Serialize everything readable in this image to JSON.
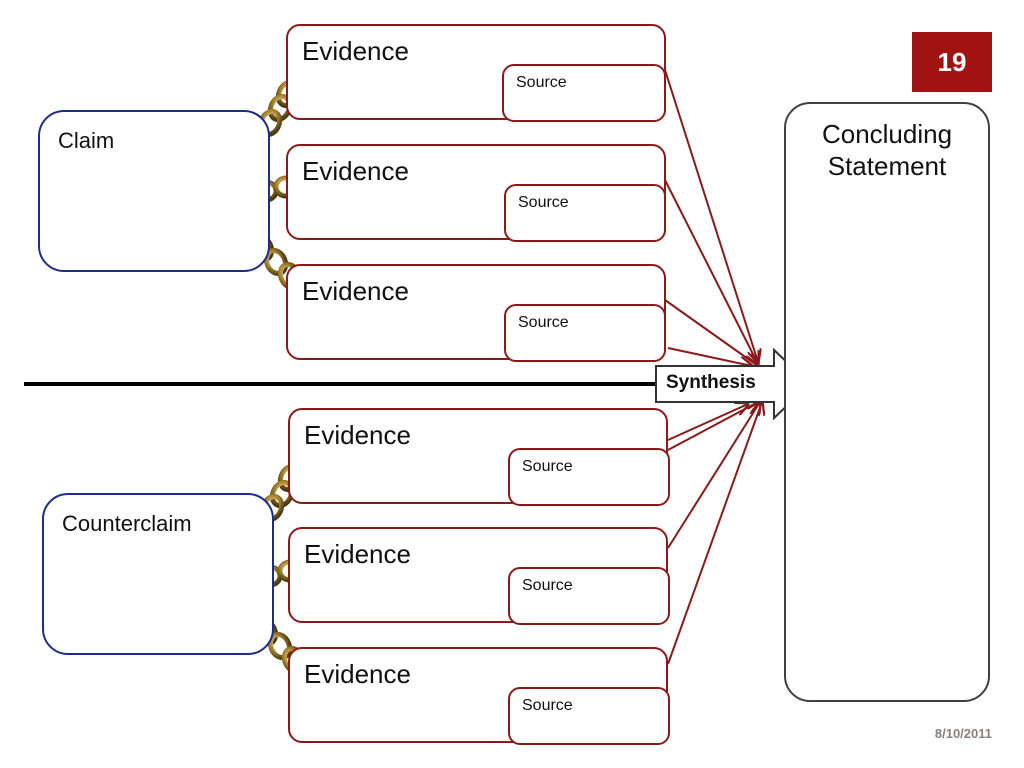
{
  "slide_number": "19",
  "date": "8/10/2011",
  "claim": {
    "label": "Claim"
  },
  "counterclaim": {
    "label": "Counterclaim"
  },
  "conclusion": {
    "label": "Concluding\nStatement"
  },
  "synthesis": {
    "label": "Synthesis"
  },
  "evidence_label": "Evidence",
  "source_label": "Source",
  "colors": {
    "claim_border": "#1f2d8a",
    "evidence_border": "#8b1a1a",
    "arrow": "#8b1a1a",
    "slide_number_bg": "#a11313",
    "conclusion_border": "#404040"
  }
}
